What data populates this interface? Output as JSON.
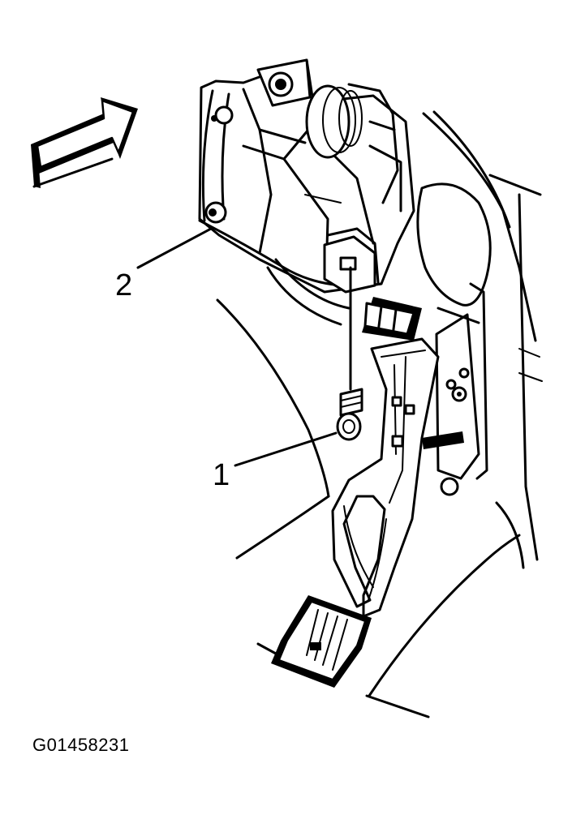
{
  "callouts": {
    "label_1": "1",
    "label_2": "2"
  },
  "caption": {
    "figure_id": "G01458231"
  },
  "colors": {
    "line": "#000000",
    "background": "#ffffff"
  },
  "icons": {
    "direction_arrow": "arrow-right-icon"
  }
}
